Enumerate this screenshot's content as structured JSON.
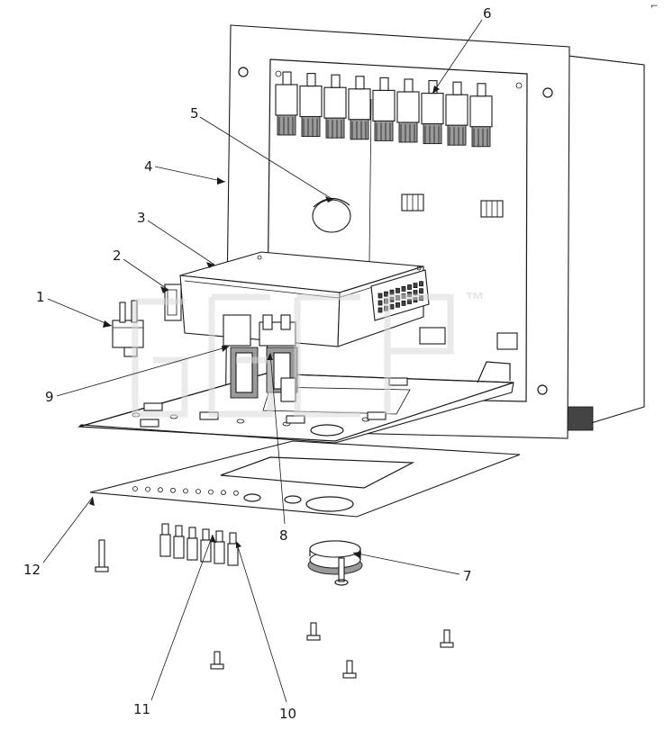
{
  "diagram": {
    "callouts": [
      {
        "id": "c1",
        "label": "1"
      },
      {
        "id": "c2",
        "label": "2"
      },
      {
        "id": "c3",
        "label": "3"
      },
      {
        "id": "c4",
        "label": "4"
      },
      {
        "id": "c5",
        "label": "5"
      },
      {
        "id": "c6",
        "label": "6"
      },
      {
        "id": "c7",
        "label": "7"
      },
      {
        "id": "c8",
        "label": "8"
      },
      {
        "id": "c9",
        "label": "9"
      },
      {
        "id": "c10",
        "label": "10"
      },
      {
        "id": "c11",
        "label": "11"
      },
      {
        "id": "c12",
        "label": "12"
      }
    ],
    "watermark": {
      "mark": "™"
    }
  }
}
